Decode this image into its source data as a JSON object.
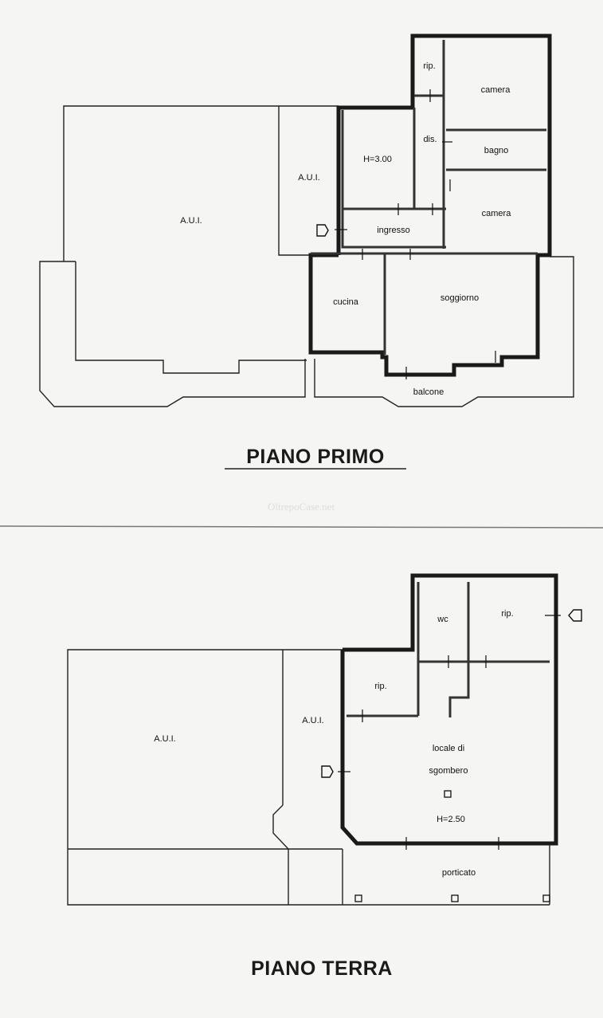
{
  "watermark": "OltrepoCase.net",
  "piano_primo": {
    "title": "PIANO PRIMO",
    "rooms": {
      "aui_large": "A.U.I.",
      "aui_small": "A.U.I.",
      "rip": "rip.",
      "camera_1": "camera",
      "dis": "dis.",
      "bagno": "bagno",
      "camera_2": "camera",
      "height": "H=3.00",
      "ingresso": "ingresso",
      "cucina": "cucina",
      "soggiorno": "soggiorno",
      "balcone": "balcone"
    }
  },
  "piano_terra": {
    "title": "PIANO TERRA",
    "rooms": {
      "aui_large": "A.U.I.",
      "aui_small": "A.U.I.",
      "wc": "wc",
      "rip_1": "rip.",
      "rip_2": "rip.",
      "locale_line1": "locale di",
      "locale_line2": "sgombero",
      "height": "H=2.50",
      "porticato": "porticato"
    }
  }
}
